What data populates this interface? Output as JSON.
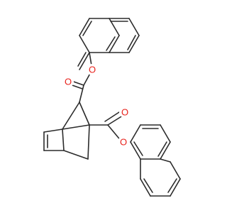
{
  "molecule": {
    "atom_color_oxygen": "#e8201a",
    "bond_color": "#2b2b2b",
    "background": "#ffffff",
    "labels": {
      "o_carbonyl_upper": "O",
      "o_ester_upper": "O",
      "o_carbonyl_lower": "O",
      "o_ester_lower": "O"
    }
  }
}
